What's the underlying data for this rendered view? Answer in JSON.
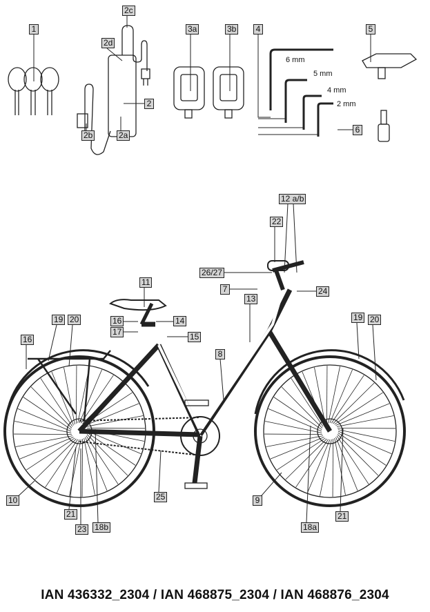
{
  "labels": {
    "keys": "1",
    "charger_cable": "2c",
    "charger_led": "2d",
    "charger": "2",
    "charger_plug": "2b",
    "charger_socket": "2a",
    "pedal_left": "3a",
    "pedal_right": "3b",
    "allen_keys": "4",
    "tool": "5",
    "valve_adapter": "6",
    "brake_levers": "12 a/b",
    "grip": "22",
    "controls": "26/27",
    "stem": "7",
    "brake_cable": "24",
    "frame_top": "13",
    "saddle": "11",
    "seat_clamp_upper": "16",
    "seatpost_clamp": "14",
    "seatpost": "17",
    "quick_release": "15",
    "rear_fender": "19",
    "rear_tire": "20",
    "rear_light": "16",
    "down_tube": "8",
    "front_fender": "19",
    "front_tire": "20",
    "rear_wheel": "10",
    "rear_disc": "21",
    "rear_hub": "23",
    "rear_caliper": "18b",
    "chain": "25",
    "front_wheel": "9",
    "front_caliper": "18a",
    "front_disc": "21"
  },
  "sizes": {
    "s6": "6 mm",
    "s5": "5 mm",
    "s4": "4 mm",
    "s2": "2 mm"
  },
  "footer": "IAN 436332_2304 / IAN 468875_2304 / IAN 468876_2304"
}
